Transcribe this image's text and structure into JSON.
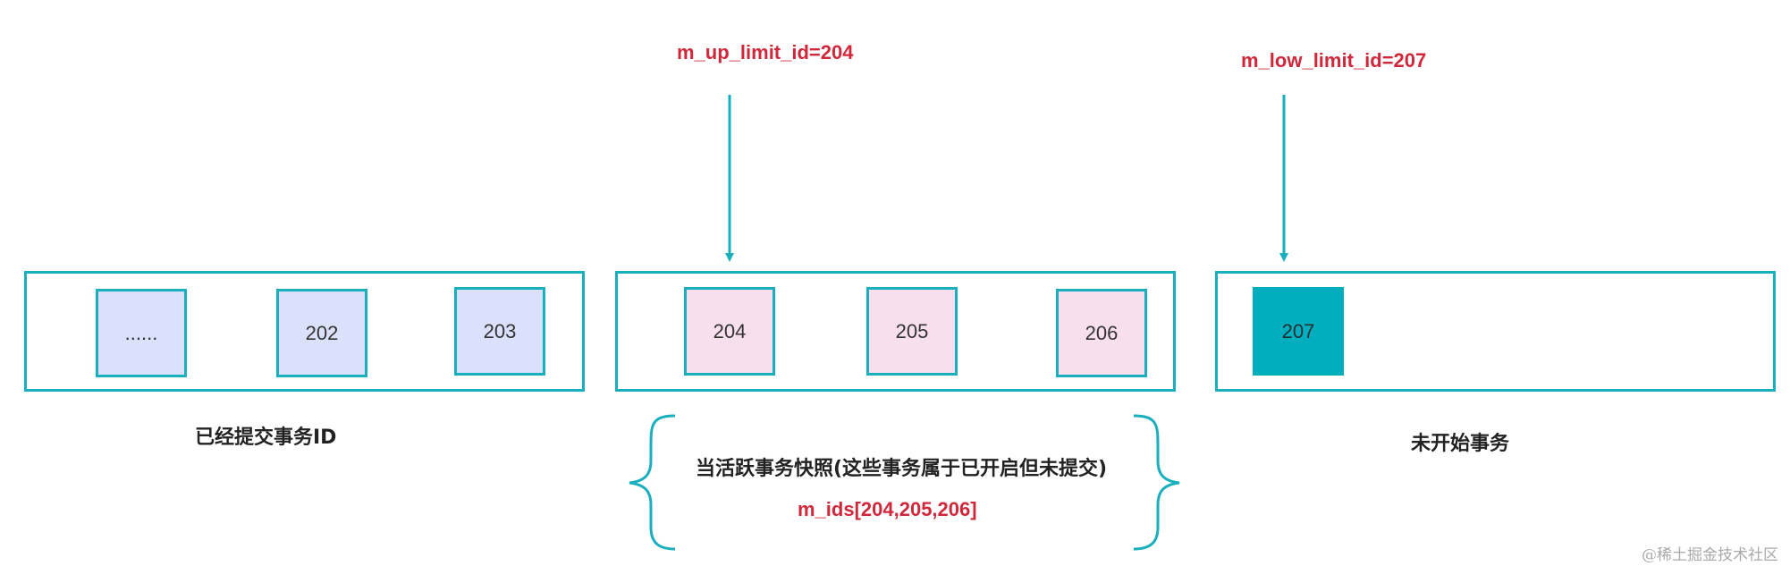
{
  "pointers": {
    "up_limit": "m_up_limit_id=204",
    "low_limit": "m_low_limit_id=207"
  },
  "groups": {
    "committed": {
      "label": "已经提交事务ID",
      "items": [
        "......",
        "202",
        "203"
      ]
    },
    "active": {
      "label": "当活跃事务快照(这些事务属于已开启但未提交)",
      "ids": "m_ids[204,205,206]",
      "items": [
        "204",
        "205",
        "206"
      ]
    },
    "future": {
      "label": "未开始事务",
      "items": [
        "207"
      ]
    }
  },
  "watermark": "@稀土掘金技术社区",
  "colors": {
    "frame": "#1aafbf",
    "committed_fill": "#dbe0fb",
    "active_fill": "#f8dfee",
    "future_fill": "#00aebd",
    "pointer_text": "#d0283a"
  }
}
